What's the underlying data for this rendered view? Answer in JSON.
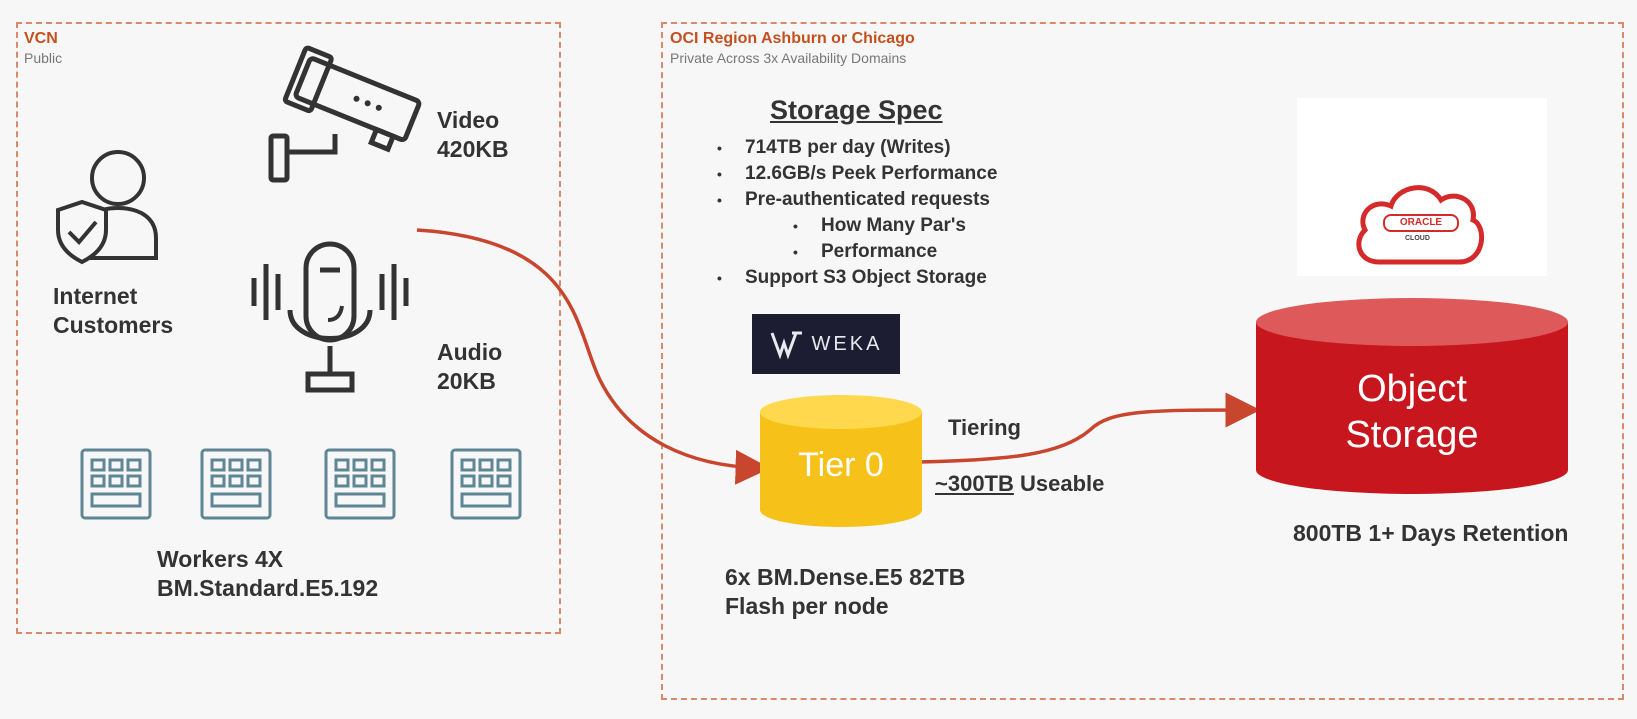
{
  "vcn": {
    "title": "VCN",
    "subtitle": "Public"
  },
  "region": {
    "title": "OCI Region Ashburn or Chicago",
    "subtitle": "Private Across 3x Availability Domains"
  },
  "internet": {
    "line1": "Internet",
    "line2": "Customers"
  },
  "video": {
    "line1": "Video",
    "line2": "420KB"
  },
  "audio": {
    "line1": "Audio",
    "line2": "20KB"
  },
  "workers": {
    "line1": "Workers 4X",
    "line2": "BM.Standard.E5.192"
  },
  "storage_spec": {
    "title": "Storage Spec",
    "items": [
      "714TB per day (Writes)",
      "12.6GB/s Peek Performance",
      "Pre-authenticated requests",
      "How Many Par's",
      "Performance",
      "Support S3 Object Storage"
    ]
  },
  "weka": {
    "text": "WEKA"
  },
  "tier0": {
    "label": "Tier 0",
    "spec_line1": "6x BM.Dense.E5 82TB",
    "spec_line2": "Flash per node"
  },
  "tiering": {
    "label": "Tiering",
    "capacity": "~300TB",
    "capacity_suffix": " Useable"
  },
  "object_storage": {
    "line1": "Object",
    "line2": "Storage",
    "retention": "800TB 1+ Days Retention"
  },
  "oracle": {
    "brand": "ORACLE",
    "cloud": "CLOUD"
  },
  "colors": {
    "accent": "#c4501f",
    "arrow": "#c8452e",
    "tier0": "#f6c21a",
    "object": "#c8161e",
    "dashed": "#d98a6c"
  },
  "icons": [
    "shield-user-icon",
    "cctv-camera-icon",
    "microphone-icon",
    "server-icon",
    "oracle-cloud-icon",
    "weka-logo"
  ]
}
